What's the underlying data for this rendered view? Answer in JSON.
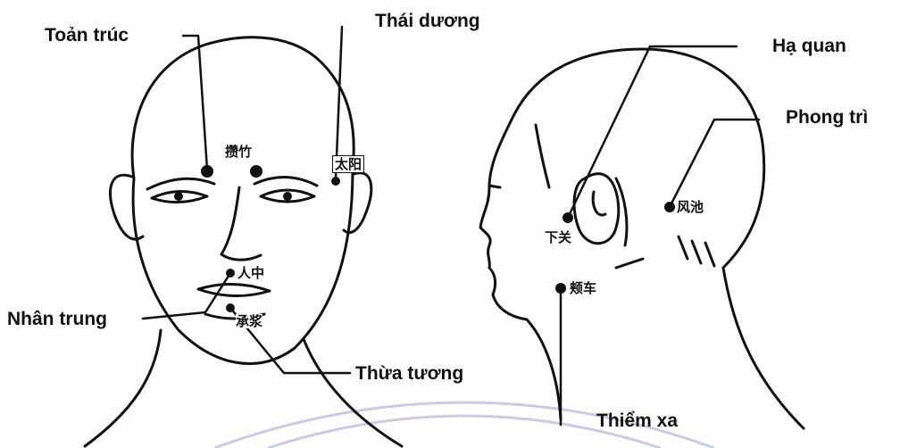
{
  "labels": {
    "toan_truc": "Toản trúc",
    "thai_duong": "Thái dương",
    "nhan_trung": "Nhân trung",
    "thua_tuong": "Thừa tương",
    "ha_quan": "Hạ quan",
    "phong_tri": "Phong trì",
    "thiem_xa": "Thiểm xa"
  },
  "chinese_labels": {
    "toan_truc": "攒竹",
    "thai_duong": "太阳",
    "nhan_trung": "人中",
    "thua_tuong": "承浆",
    "ha_quan": "下关",
    "phong_tri": "风池",
    "thiem_xa": "颊车"
  },
  "colors": {
    "ink": "#111111",
    "watermark": "#c8cbe6"
  }
}
